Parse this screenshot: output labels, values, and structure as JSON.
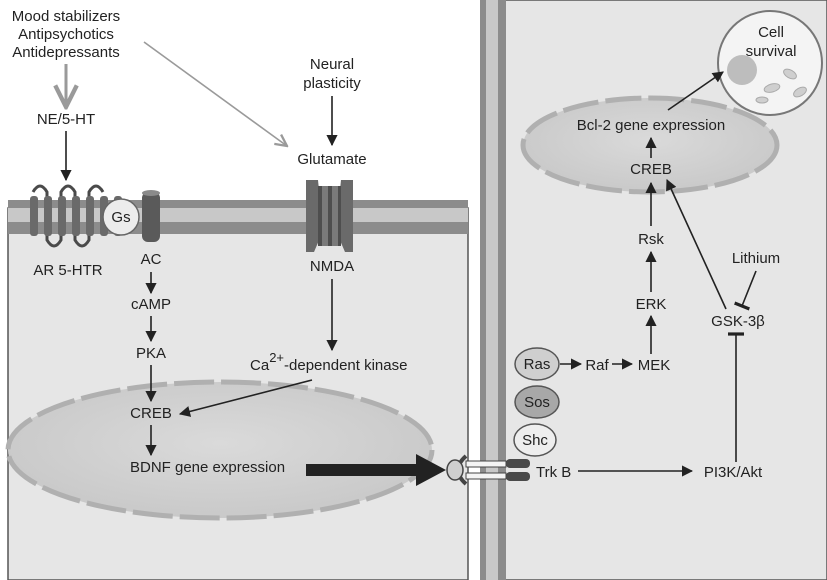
{
  "left_cell": {
    "drugs": [
      "Mood stabilizers",
      "Antipsychotics",
      "Antidepressants"
    ],
    "ne_5ht": "NE/5-HT",
    "neural_plasticity": [
      "Neural",
      "plasticity"
    ],
    "glutamate": "Glutamate",
    "receptor": "AR 5-HTR",
    "gs": "Gs",
    "ac": "AC",
    "camp": "cAMP",
    "pka": "PKA",
    "nmda": "NMDA",
    "ca": "Ca",
    "ca_sup": "2+",
    "ca_kinase": "-dependent kinase",
    "creb": "CREB",
    "bdnf": "BDNF gene expression"
  },
  "right_cell": {
    "cell_survival": [
      "Cell",
      "survival"
    ],
    "bcl2": "Bcl-2 gene expression",
    "creb": "CREB",
    "rsk": "Rsk",
    "erk": "ERK",
    "mek": "MEK",
    "raf": "Raf",
    "ras": "Ras",
    "sos": "Sos",
    "shc": "Shc",
    "trkb": "Trk B",
    "pi3k": "PI3K/Akt",
    "gsk3b": "GSK-3β",
    "lithium": "Lithium"
  },
  "colors": {
    "cytoplasm": "#e6e6e6",
    "membrane_dark": "#8c8c8c",
    "membrane_light": "#c8c8c8",
    "nucleus": "#d2d2d2",
    "arrow": "#222222",
    "hollow_arrow": "#9a9a9a"
  }
}
